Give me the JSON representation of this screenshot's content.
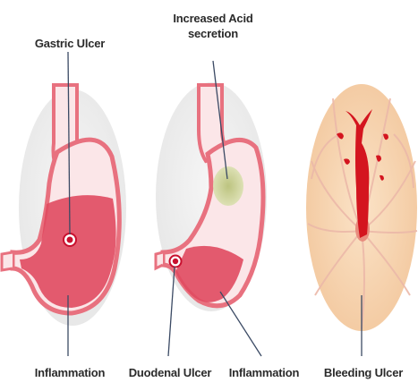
{
  "labels": {
    "gastric_ulcer": "Gastric Ulcer",
    "increased_acid_line1": "Increased Acid",
    "increased_acid_line2": "secretion",
    "inflammation_left": "Inflammation",
    "duodenal_ulcer": "Duodenal Ulcer",
    "inflammation_middle": "Inflammation",
    "bleeding_ulcer": "Bleeding Ulcer"
  },
  "colors": {
    "panel_grey": "#ececec",
    "stomach_wall": "#e8717f",
    "stomach_fill": "#fbe6e8",
    "inflamed": "#e04a60",
    "acid": "#c9cf8e",
    "mucosa_bg": "#f8d8b6",
    "blood": "#d4151f",
    "leader_line": "#3b4a64"
  }
}
